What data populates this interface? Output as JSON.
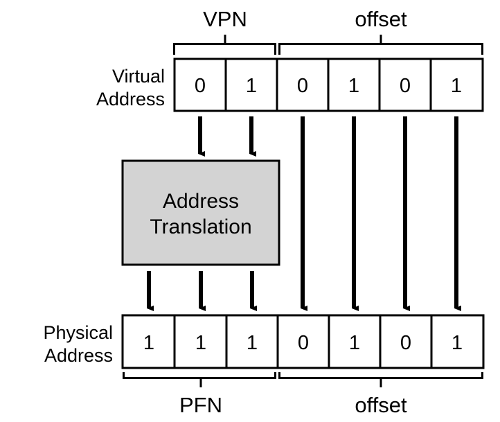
{
  "diagram": {
    "title": "Address Translation",
    "colors": {
      "stroke": "#000000",
      "background": "#ffffff",
      "translation_box_fill": "#d3d3d3"
    },
    "virtual_address": {
      "row_label_line1": "Virtual",
      "row_label_line2": "Address",
      "bits": [
        "0",
        "1",
        "0",
        "1",
        "0",
        "1"
      ],
      "fields": [
        {
          "name": "VPN",
          "label": "VPN",
          "bit_count": 2,
          "bits": [
            "0",
            "1"
          ]
        },
        {
          "name": "offset",
          "label": "offset",
          "bit_count": 4,
          "bits": [
            "0",
            "1",
            "0",
            "1"
          ]
        }
      ]
    },
    "translation": {
      "label_line1": "Address",
      "label_line2": "Translation",
      "inputs": 2,
      "outputs": 3
    },
    "physical_address": {
      "row_label_line1": "Physical",
      "row_label_line2": "Address",
      "bits": [
        "1",
        "1",
        "1",
        "0",
        "1",
        "0",
        "1"
      ],
      "fields": [
        {
          "name": "PFN",
          "label": "PFN",
          "bit_count": 3,
          "bits": [
            "1",
            "1",
            "1"
          ]
        },
        {
          "name": "offset",
          "label": "offset",
          "bit_count": 4,
          "bits": [
            "0",
            "1",
            "0",
            "1"
          ]
        }
      ]
    }
  }
}
